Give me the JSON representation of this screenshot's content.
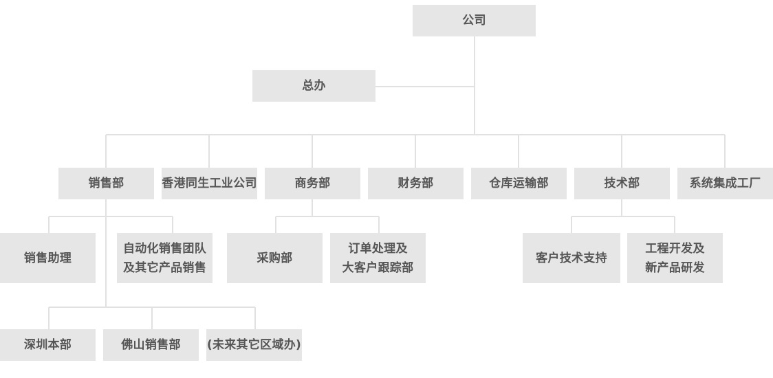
{
  "colors": {
    "box_fill": "#e6e6e6",
    "box_text": "#555555",
    "connector": "#e1e1e1",
    "background": "#ffffff"
  },
  "nodes": {
    "company": "公司",
    "general_office": "总办",
    "sales": "销售部",
    "hk_company": "香港同生工业公司",
    "commerce": "商务部",
    "finance": "财务部",
    "warehouse": "仓库运输部",
    "tech": "技术部",
    "system_factory": "系统集成工厂",
    "sales_assistant": "销售助理",
    "automation_sales": "自动化销售团队\n及其它产品销售",
    "purchasing": "采购部",
    "order_processing": "订单处理及\n大客户跟踪部",
    "customer_support": "客户技术支持",
    "engineering": "工程开发及\n新产品研发",
    "shenzhen_hq": "深圳本部",
    "foshan_sales": "佛山销售部",
    "future_regions": "(未来其它区域办)"
  },
  "edges": [
    [
      "company",
      "general_office"
    ],
    [
      "company",
      "sales"
    ],
    [
      "company",
      "hk_company"
    ],
    [
      "company",
      "commerce"
    ],
    [
      "company",
      "finance"
    ],
    [
      "company",
      "warehouse"
    ],
    [
      "company",
      "tech"
    ],
    [
      "company",
      "system_factory"
    ],
    [
      "sales",
      "sales_assistant"
    ],
    [
      "sales",
      "automation_sales"
    ],
    [
      "sales",
      "shenzhen_hq"
    ],
    [
      "sales",
      "foshan_sales"
    ],
    [
      "sales",
      "future_regions"
    ],
    [
      "commerce",
      "purchasing"
    ],
    [
      "commerce",
      "order_processing"
    ],
    [
      "tech",
      "customer_support"
    ],
    [
      "tech",
      "engineering"
    ]
  ]
}
